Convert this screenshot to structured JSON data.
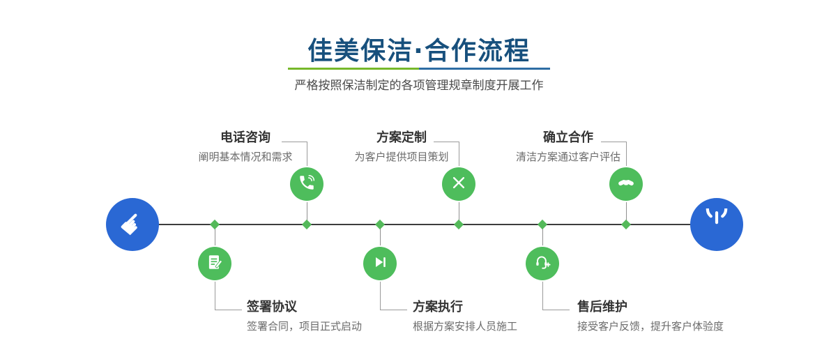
{
  "header": {
    "title": "佳美保洁·合作流程",
    "subtitle": "严格按照保洁制定的各项管理规章制度开展工作"
  },
  "flow": {
    "start_glyph": "☛",
    "start_icon": "pointer-hand-icon",
    "end_icon": "power-icon",
    "top_steps": [
      {
        "title": "电话咨询",
        "desc": "阐明基本情况和需求",
        "icon": "phone-icon"
      },
      {
        "title": "方案定制",
        "desc": "为客户提供项目策划",
        "icon": "design-tools-icon"
      },
      {
        "title": "确立合作",
        "desc": "清洁方案通过客户评估",
        "icon": "handshake-icon"
      }
    ],
    "bottom_steps": [
      {
        "title": "签署协议",
        "desc": "签署合同，项目正式启动",
        "icon": "contract-icon"
      },
      {
        "title": "方案执行",
        "desc": "根据方案安排人员施工",
        "icon": "play-icon"
      },
      {
        "title": "售后维护",
        "desc": "接受客户反馈，提升客户体验度",
        "icon": "headset-icon"
      }
    ]
  },
  "colors": {
    "title_blue": "#17507d",
    "accent_green": "#4ebd5c",
    "accent_blue": "#2a68d4",
    "divider_green": "#76b82a",
    "divider_blue": "#2e6da4",
    "line_dark": "#3c3c3c"
  }
}
